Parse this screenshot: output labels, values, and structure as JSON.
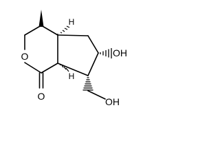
{
  "molecule": {
    "atoms": {
      "ring_oxygen": "O",
      "carbonyl_oxygen": "O",
      "hydroxyl_1": "OH",
      "hydroxyl_2": "OH"
    },
    "stereo_h": {
      "h_top": "H",
      "h_bottom": "H"
    }
  }
}
